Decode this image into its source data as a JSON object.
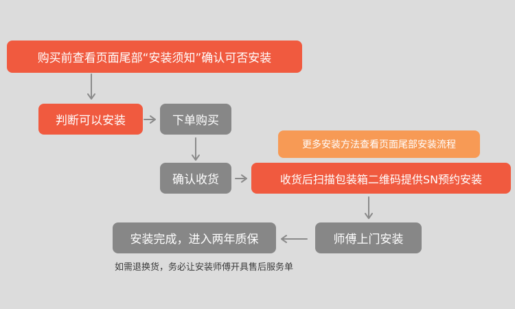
{
  "steps": {
    "check_notice": "购买前查看页面尾部“安装须知”确认可否安装",
    "judge": "判断可以安装",
    "place_order": "下单购买",
    "confirm_receipt": "确认收货",
    "more_methods": "更多安装方法查看页面尾部安装流程",
    "scan_qr": "收货后扫描包装箱二维码提供SN预约安装",
    "technician": "师傅上门安装",
    "complete": "安装完成，进入两年质保"
  },
  "note": "如需退换货，务必让安装师傅开具售后服务单",
  "colors": {
    "background": "#dcdcdc",
    "red": "#f05a3f",
    "gray": "#878787",
    "orange": "#f79a55",
    "arrow": "#8a8a8a"
  }
}
